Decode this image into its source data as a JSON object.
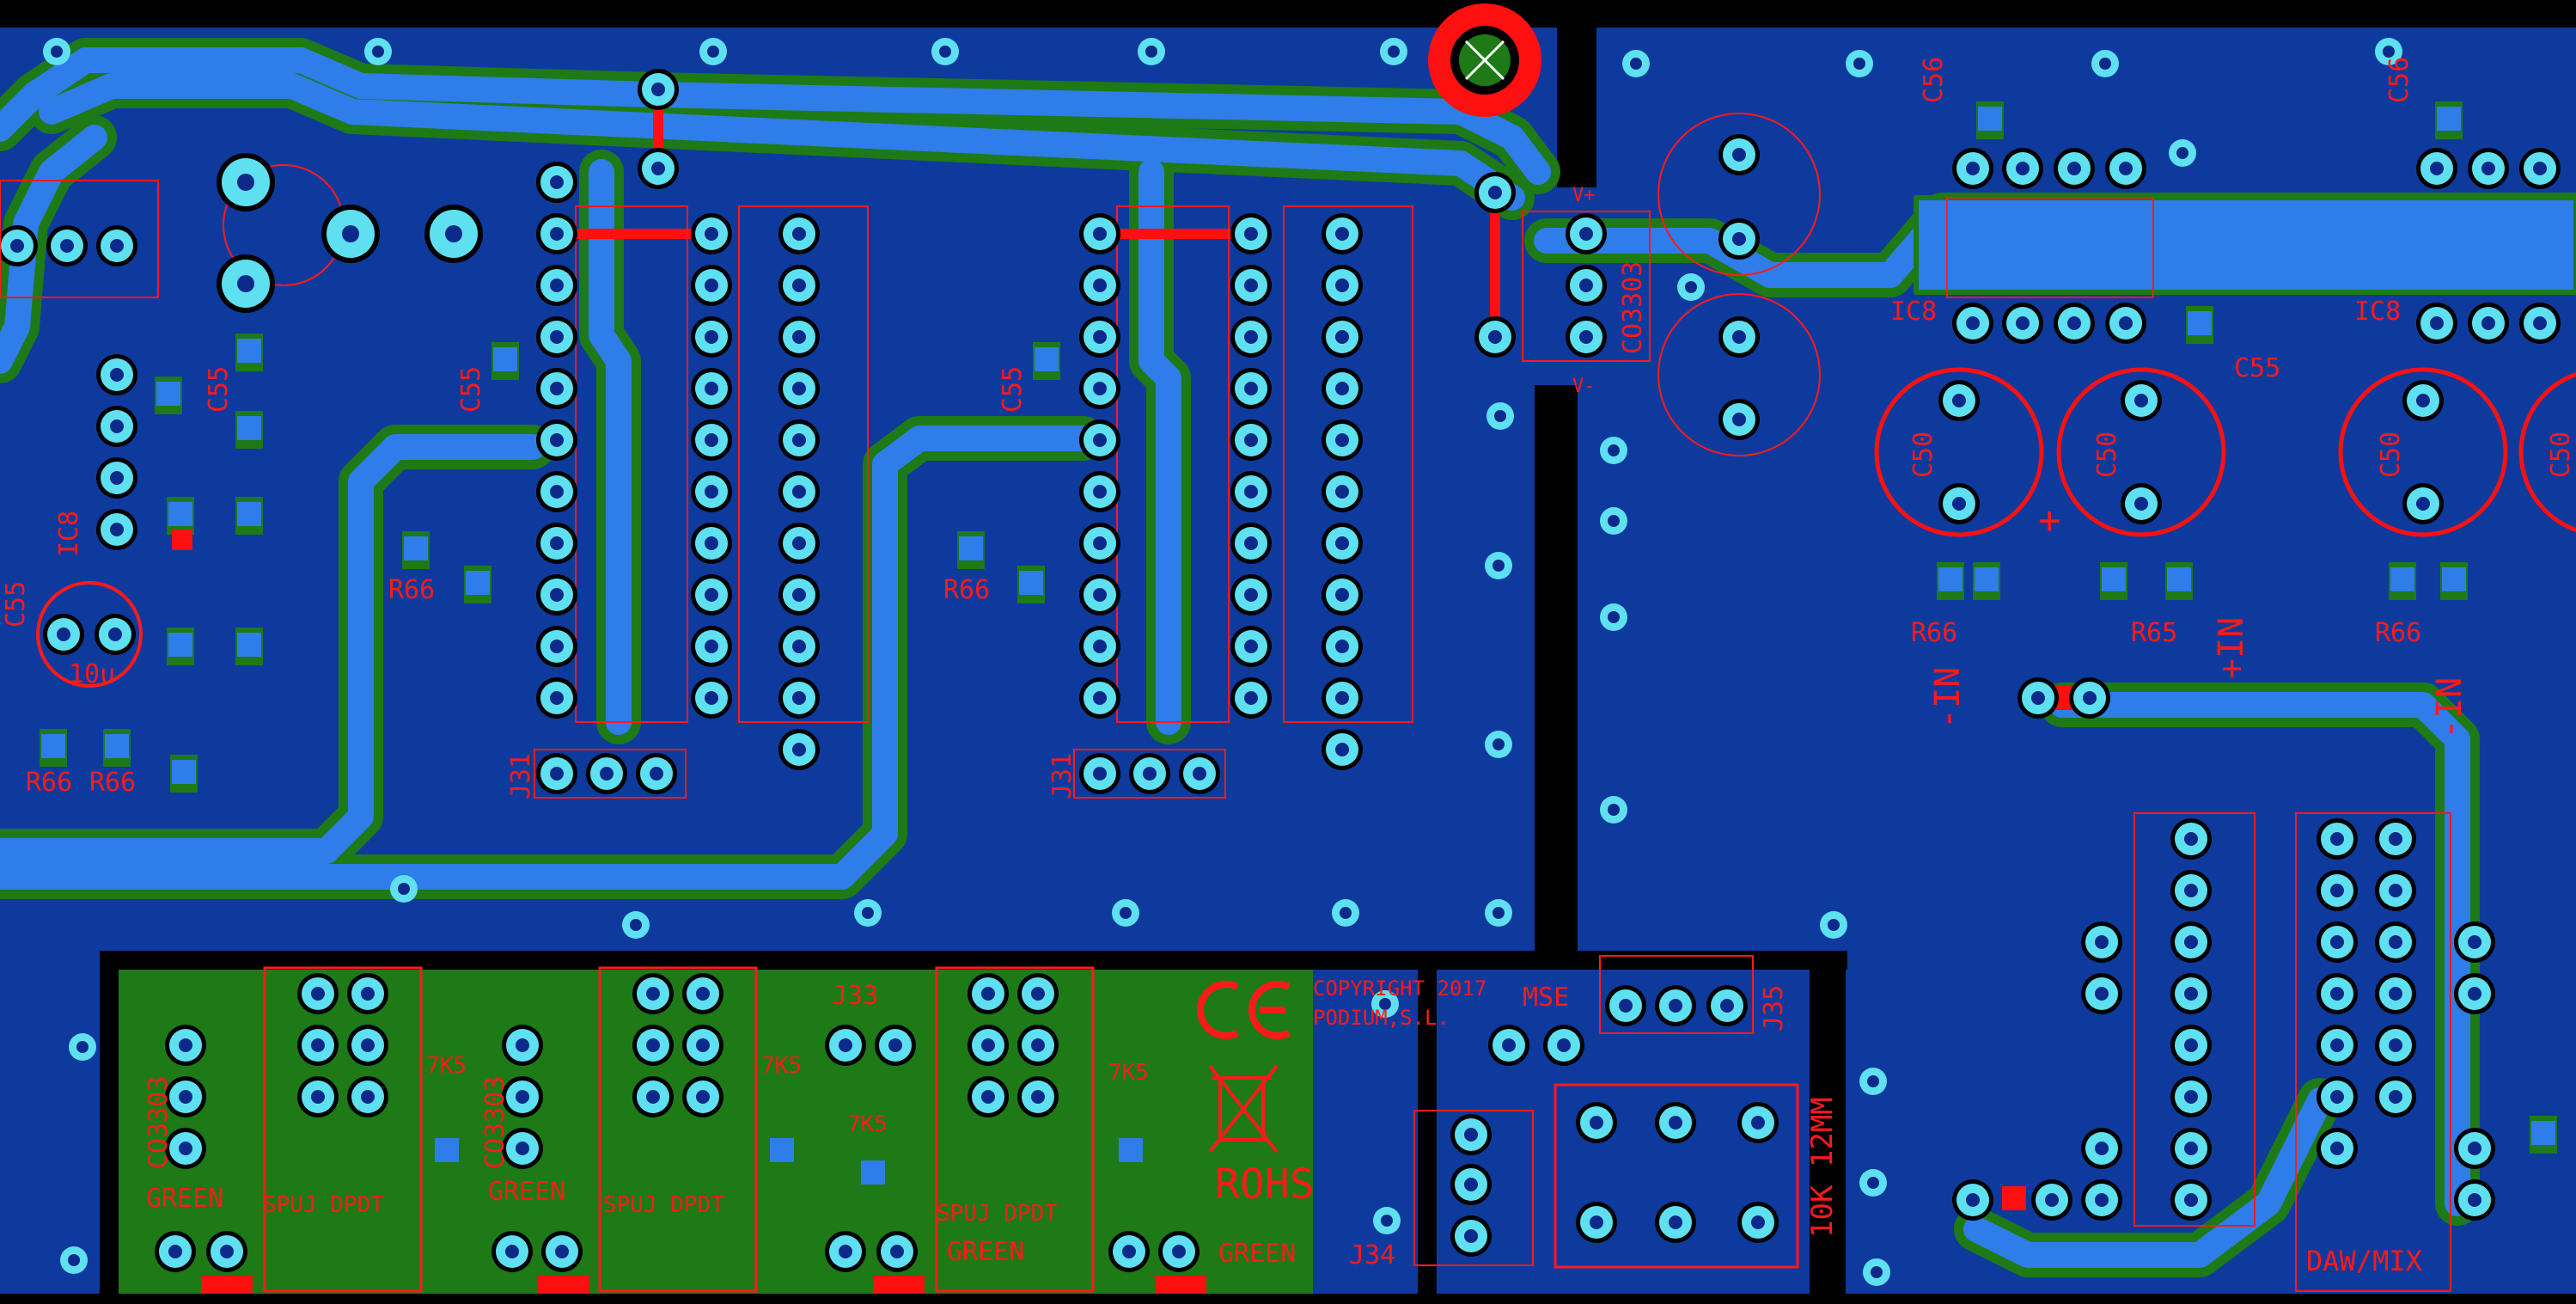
{
  "colors": {
    "board": "#0e3a9e",
    "copper_trace": "#2f7de8",
    "ground_fill": "#1d7a16",
    "pad_ring": "#000000",
    "pad": "#5fe0f0",
    "silkscreen": "#ff1a1a",
    "jumper": "#ff1010",
    "mask_gap": "#000000"
  },
  "silkscreen_labels": {
    "c56_a": "C56",
    "c56_b": "C56",
    "c55_a": "C55",
    "c55_b": "C55",
    "c55_c": "C55",
    "c55_d": "C55",
    "c55_e": "C55",
    "ic8_a": "IC8",
    "ic8_b": "IC8",
    "ic8_c": "IC8",
    "c50_a": "C50",
    "c50_b": "C50",
    "c50_c": "C50",
    "c50_d": "C50",
    "r66_a": "R66",
    "r66_b": "R66",
    "r66_c": "R66",
    "r66_d": "R66",
    "r66_e": "R66",
    "r66_f": "R66",
    "r65": "R65",
    "in_minus_a": "-IN",
    "in_plus": "+IN",
    "in_minus_b": "-IN",
    "j31_a": "J31",
    "j31_b": "J31",
    "j33": "J33",
    "j34": "J34",
    "j35": "J35",
    "co3303_a": "CO3303",
    "co3303_b": "CO3303",
    "co3303_c": "CO3303",
    "green_a": "GREEN",
    "green_b": "GREEN",
    "green_c": "GREEN",
    "green_d": "GREEN",
    "spuj_a": "SPUJ DPDT",
    "spuj_b": "SPUJ DPDT",
    "spuj_c": "SPUJ DPDT",
    "r7k5_a": "7K5",
    "r7k5_b": "7K5",
    "r7k5_c": "7K5",
    "r7k5_d": "7K5",
    "copyright": "COPYRIGHT 2017",
    "company": "PODIUM,S.L.",
    "ce": "CE",
    "rohs": "ROHS",
    "mse": "MSE",
    "pot": "10K 12MM",
    "daw_mix": "DAW/MIX",
    "cap_10u": "10u",
    "v_plus": "V+",
    "v_minus": "V-",
    "plus": "+"
  }
}
